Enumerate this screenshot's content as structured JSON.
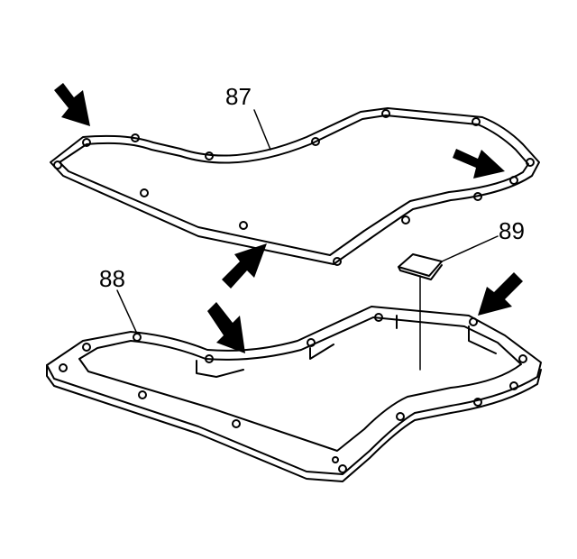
{
  "diagram": {
    "callouts": [
      {
        "id": "87",
        "text": "87"
      },
      {
        "id": "88",
        "text": "88"
      },
      {
        "id": "89",
        "text": "89"
      }
    ]
  }
}
